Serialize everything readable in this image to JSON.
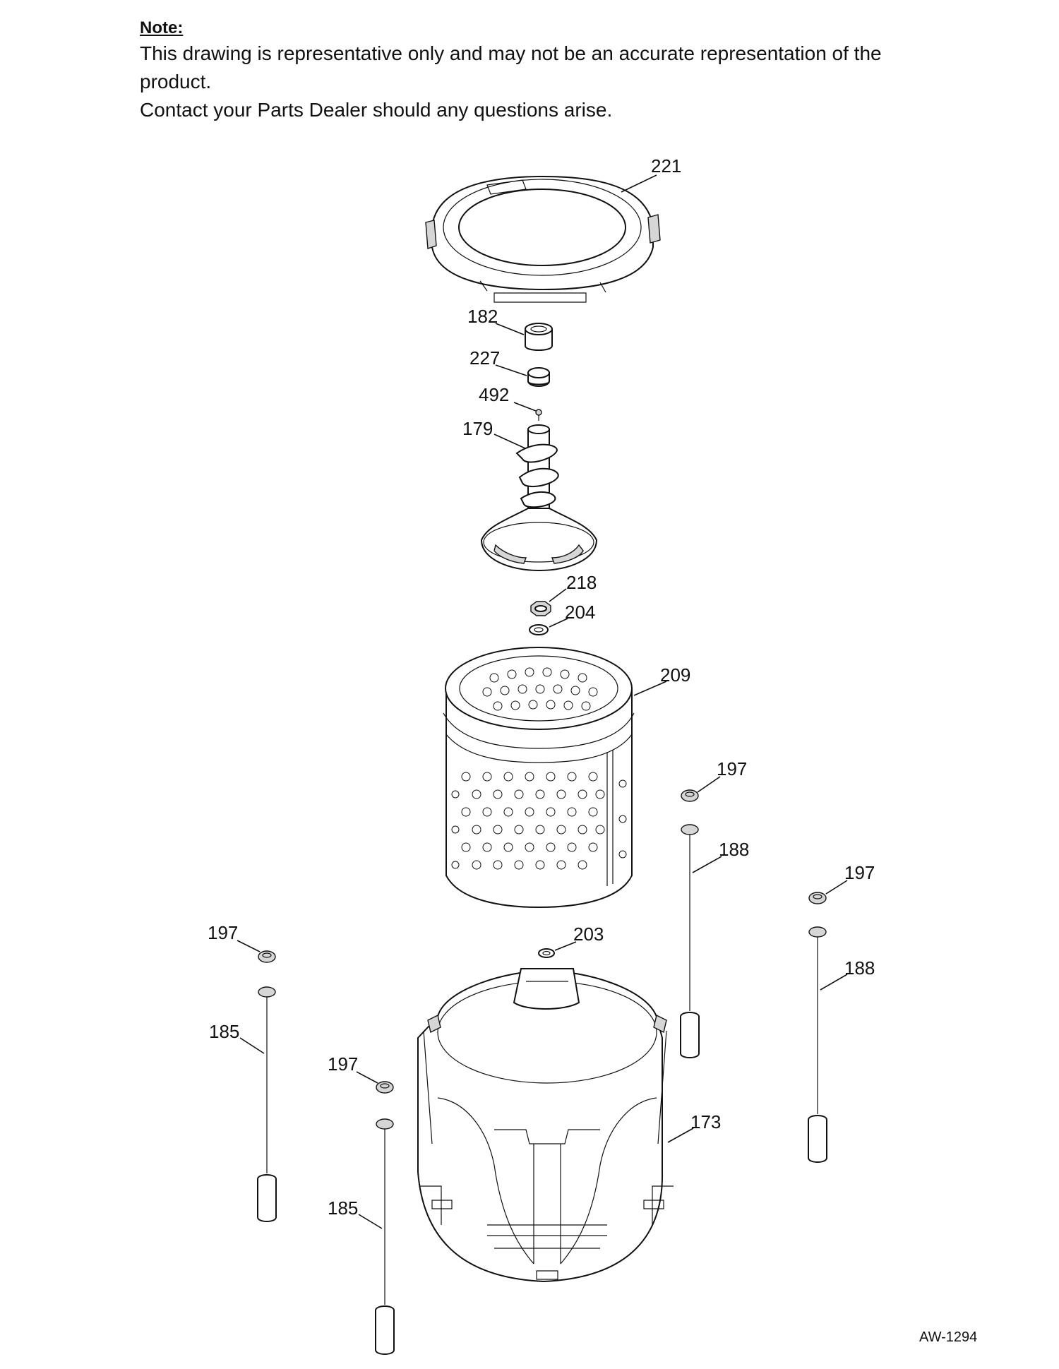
{
  "note": {
    "heading": "Note:",
    "lines": [
      "This drawing is representative only and may not be an accurate representation of the",
      "product.",
      "Contact your Parts Dealer should any questions arise."
    ]
  },
  "callouts": {
    "c221": "221",
    "c182": "182",
    "c227": "227",
    "c492": "492",
    "c179": "179",
    "c218": "218",
    "c204": "204",
    "c209": "209",
    "c197_a": "197",
    "c188_a": "188",
    "c197_b": "197",
    "c188_b": "188",
    "c197_c": "197",
    "c203": "203",
    "c185_a": "185",
    "c197_d": "197",
    "c173": "173",
    "c185_b": "185"
  },
  "drawing_id": "AW-1294"
}
